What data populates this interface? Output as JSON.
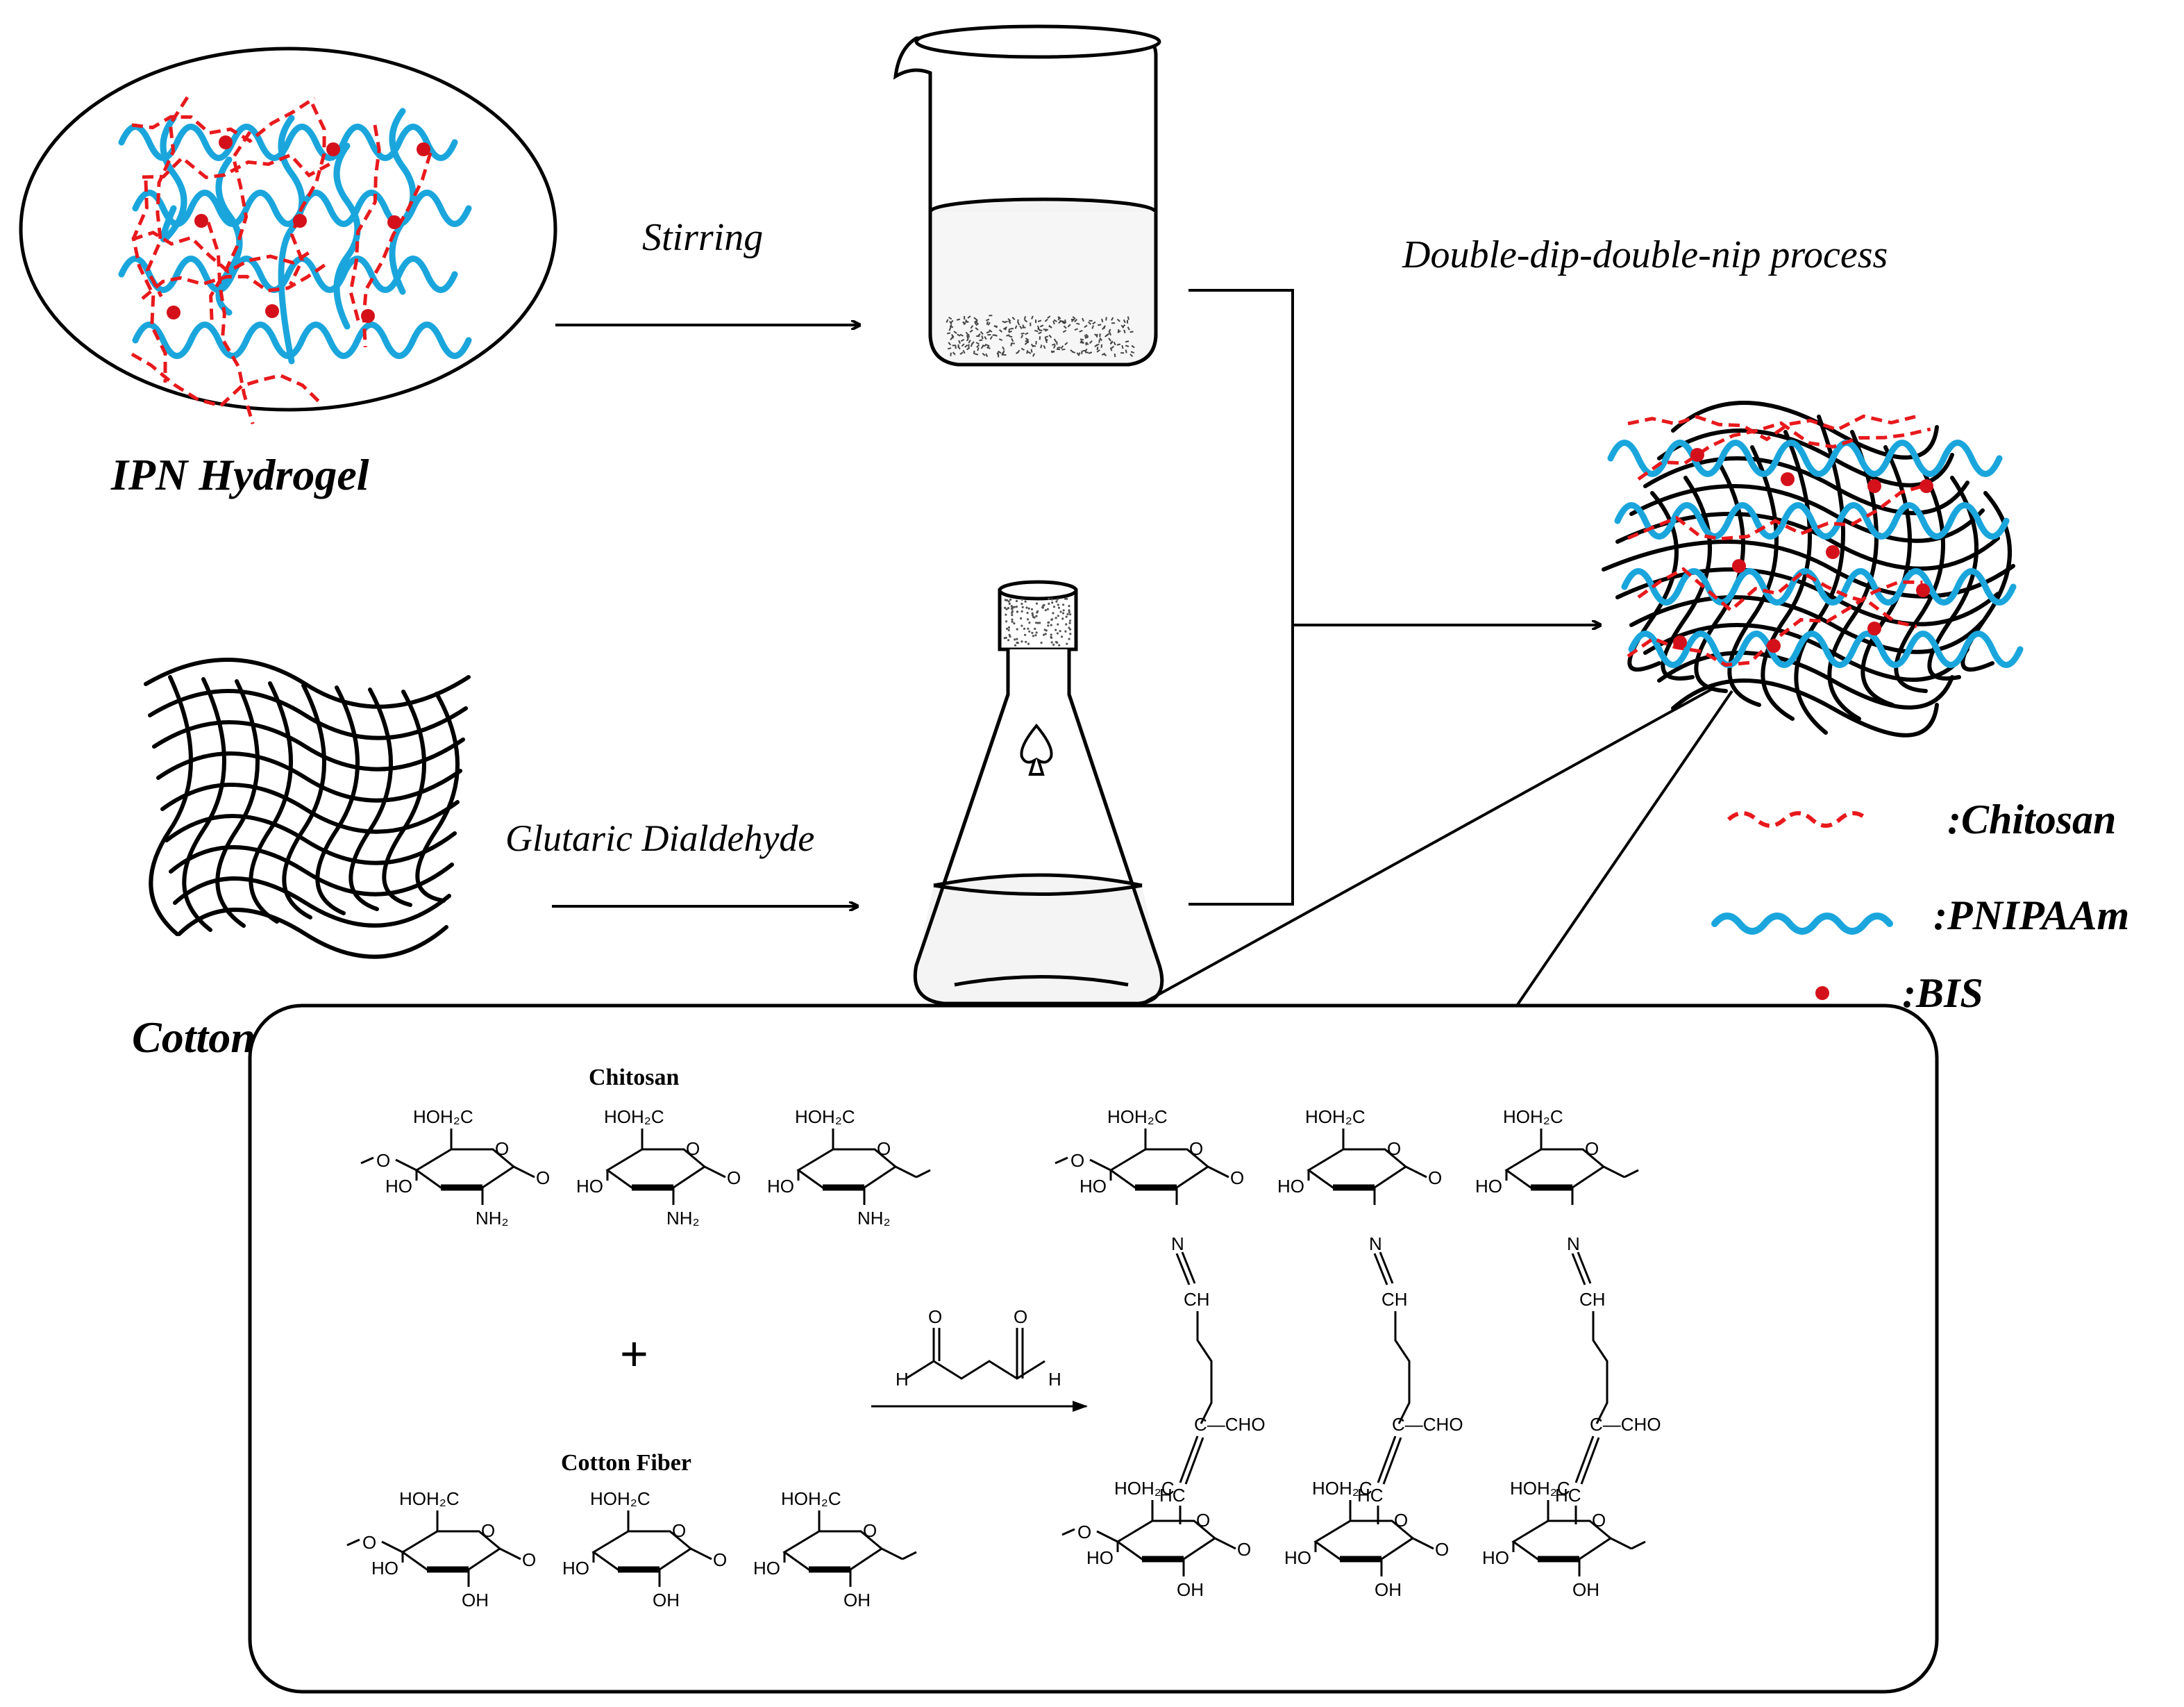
{
  "labels": {
    "ipn_hydrogel": "IPN  Hydrogel",
    "cotton_fabric": "Cotton Fabric",
    "stirring": "Stirring",
    "glutaric": "Glutaric Dialdehyde",
    "double_dip": "Double-dip-double-nip process"
  },
  "legend": {
    "chitosan": ":Chitosan",
    "pnipaam": ":PNIPAAm",
    "bis": ":BIS"
  },
  "reaction": {
    "chitosan_title": "Chitosan",
    "cotton_title": "Cotton Fiber",
    "plus": "+",
    "hoh2c": "HOH₂C",
    "ho": "HO",
    "oh": "OH",
    "nh2": "NH₂",
    "o": "O",
    "h": "H",
    "n": "N",
    "ch": "CH",
    "hc": "HC",
    "c_cho": "C—CHO"
  },
  "colors": {
    "chitosan": "#e8191c",
    "pnipaam": "#1aa6dc",
    "bis": "#d4111b",
    "ink": "#000000"
  }
}
